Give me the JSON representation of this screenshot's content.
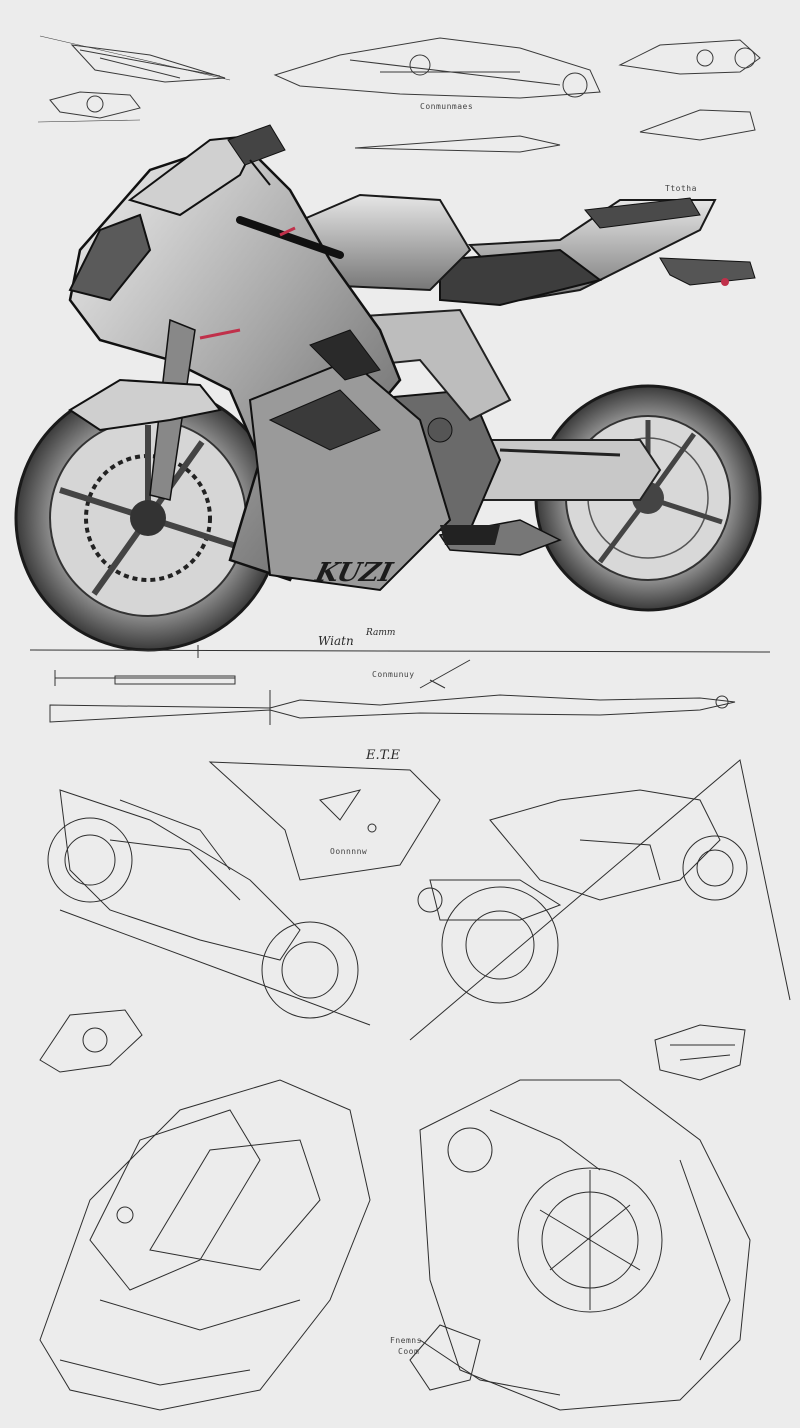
{
  "labels": {
    "top_note": "Conmunmaes",
    "tail_note": "Ttotha",
    "bike_badge": "KUZI",
    "dimension_note": "Wiatn",
    "dimension_note2": "Ramm",
    "detail_note": "Conmunuy",
    "section_title": "E.T.E",
    "sketch_note_left": "Oonnnnw",
    "bottom_note": "Fnemns",
    "bottom_note2": "Coom"
  },
  "colors": {
    "ink": "#1a1a1a",
    "shade": "#8c8c8c",
    "paper": "#ececec",
    "accent": "#c0304a"
  }
}
